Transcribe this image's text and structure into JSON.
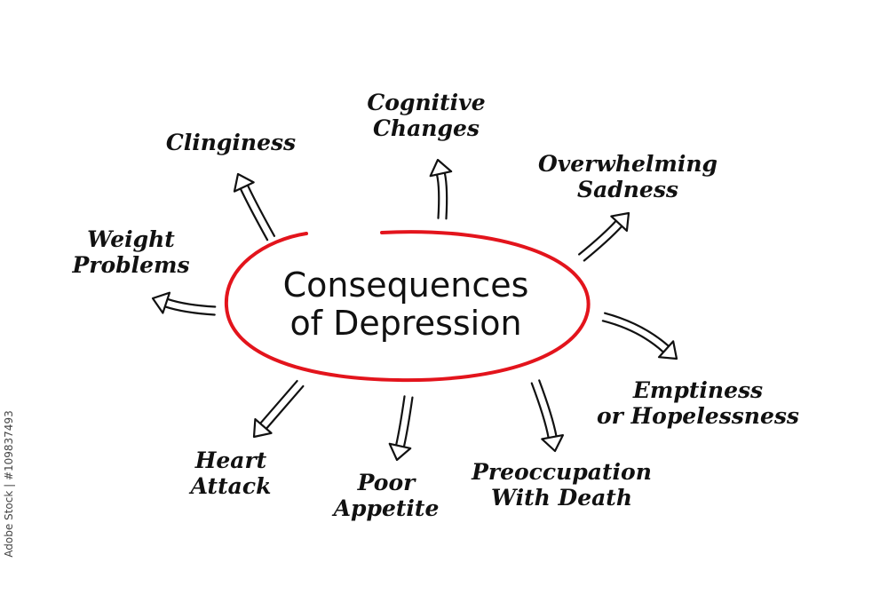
{
  "diagram": {
    "center": {
      "lines": [
        "Consequences",
        "of Depression"
      ]
    },
    "nodes": [
      {
        "id": "clinginess",
        "lines": [
          "Clinginess"
        ]
      },
      {
        "id": "cognitive-changes",
        "lines": [
          "Cognitive",
          "Changes"
        ]
      },
      {
        "id": "overwhelming-sadness",
        "lines": [
          "Overwhelming",
          "Sadness"
        ]
      },
      {
        "id": "weight-problems",
        "lines": [
          "Weight",
          "Problems"
        ]
      },
      {
        "id": "emptiness",
        "lines": [
          "Emptiness",
          "or Hopelessness"
        ]
      },
      {
        "id": "heart-attack",
        "lines": [
          "Heart",
          "Attack"
        ]
      },
      {
        "id": "poor-appetite",
        "lines": [
          "Poor",
          "Appetite"
        ]
      },
      {
        "id": "preoccupation",
        "lines": [
          "Preoccupation",
          "With Death"
        ]
      }
    ]
  },
  "stock_id": "Adobe Stock | #109837493",
  "colors": {
    "ring": "#e3141c",
    "ink": "#111111",
    "background": "#ffffff"
  }
}
